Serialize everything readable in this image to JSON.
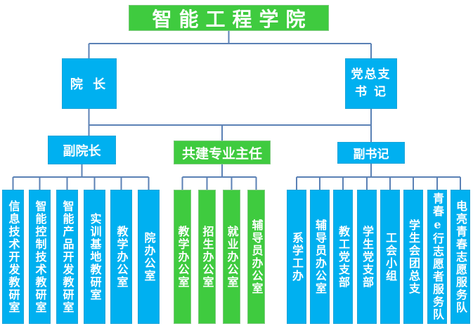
{
  "org_chart": {
    "title": "智能工程学院",
    "colors": {
      "green_box": "#3FCB3F",
      "cyan_box": "#00B0F0",
      "connector_line": "#5B81B5",
      "box_text": "#FFFFFF"
    },
    "level2": {
      "dean": "院 长",
      "party_secretary_line1": "党总支",
      "party_secretary_line2": "书 记"
    },
    "level3": {
      "vice_dean": "副院长",
      "cobuilt_major_director": "共建专业主任",
      "deputy_secretary": "副书记"
    },
    "dean_departments": [
      "信息技术开发教研室",
      "智能控制技术教研室",
      "智能产品开发教研室",
      "实训基地教研室",
      "教学办公室",
      "院办公室"
    ],
    "cobuilt_departments": [
      "教学办公室",
      "招生办公室",
      "就业办公室",
      "辅导员办公室"
    ],
    "party_departments": [
      "系学工办",
      "辅导员办公室",
      "教工党支部",
      "学生党支部",
      "工会小组",
      "学生会团总支",
      "青春e行志愿者服务队",
      "电亮青春志愿服务队"
    ]
  }
}
